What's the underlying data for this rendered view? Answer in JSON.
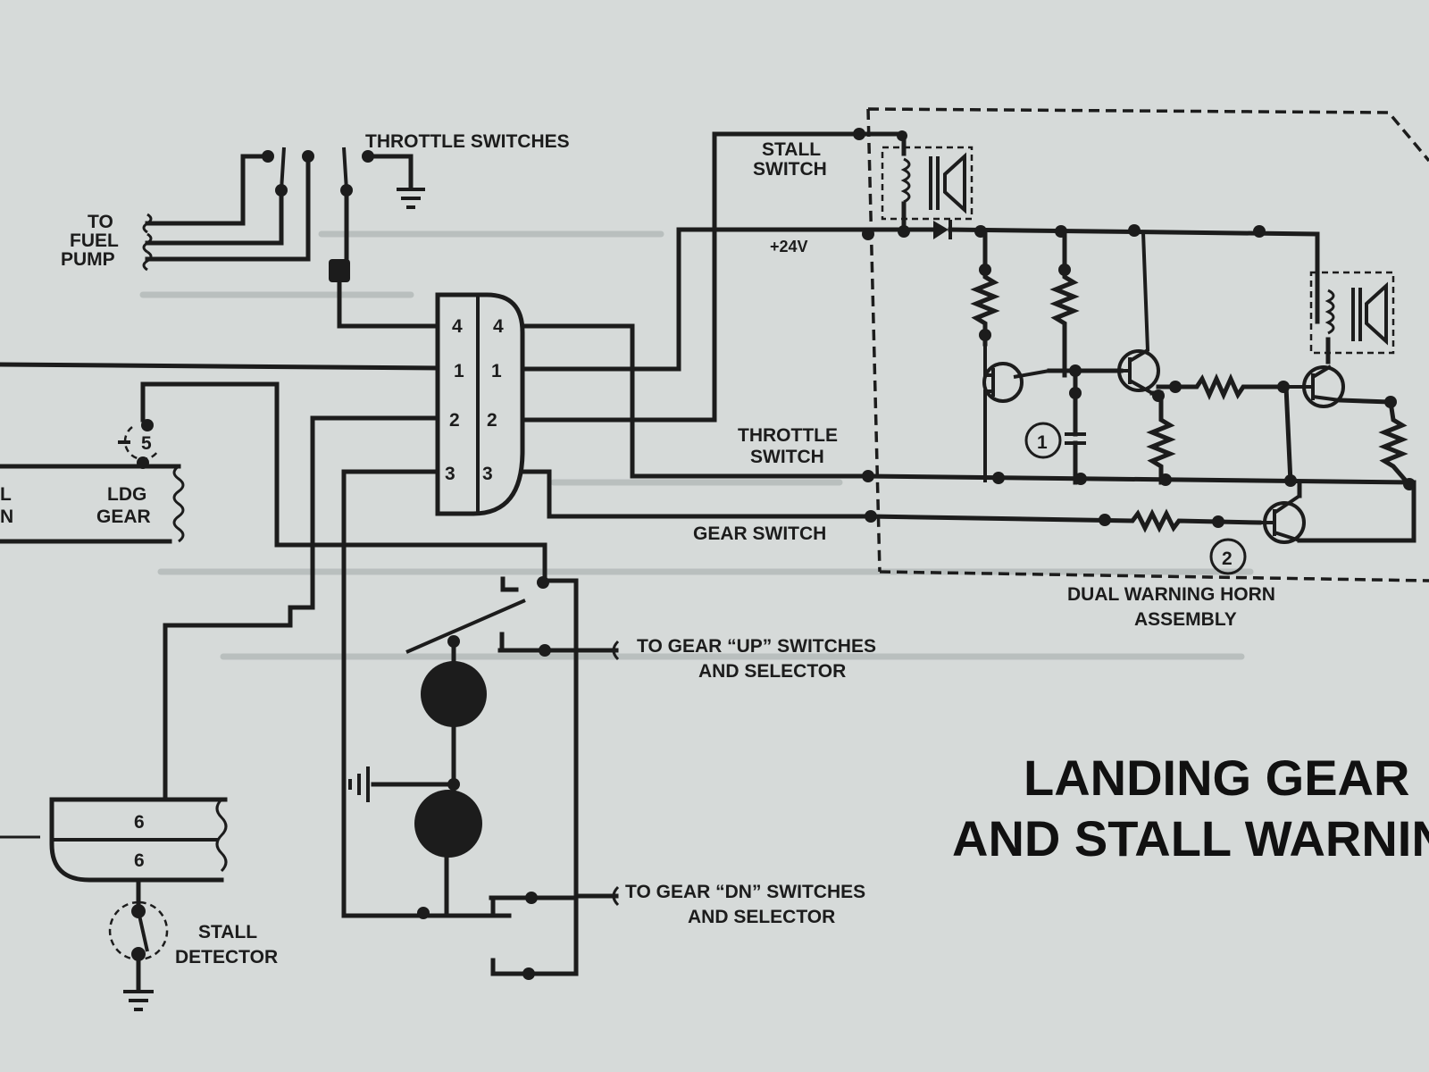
{
  "labels": {
    "throttle_switches": "THROTTLE SWITCHES",
    "to_fuel_pump": [
      "TO",
      "FUEL",
      "PUMP"
    ],
    "stall_switch": [
      "STALL",
      "SWITCH"
    ],
    "plus_24v": "+24V",
    "throttle_switch": [
      "THROTTLE",
      "SWITCH"
    ],
    "gear_switch": "GEAR SWITCH",
    "dual_warning_horn_assembly": [
      "DUAL WARNING HORN",
      "ASSEMBLY"
    ],
    "ldg_gear": [
      "LDG",
      "GEAR"
    ],
    "left_edge_fragment": [
      "L",
      "N"
    ],
    "to_gear_up": [
      "TO GEAR “UP” SWITCHES",
      "AND SELECTOR"
    ],
    "to_gear_dn": [
      "TO GEAR “DN” SWITCHES",
      "AND SELECTOR"
    ],
    "stall_detector": [
      "STALL",
      "DETECTOR"
    ],
    "title": [
      "LANDING GEAR",
      "AND STALL WARNIN"
    ]
  },
  "connector": {
    "pins": [
      "4",
      "1",
      "2",
      "3"
    ]
  },
  "connector_5": "5",
  "connector_6": [
    "6",
    "6"
  ],
  "callouts": [
    "1",
    "2"
  ]
}
